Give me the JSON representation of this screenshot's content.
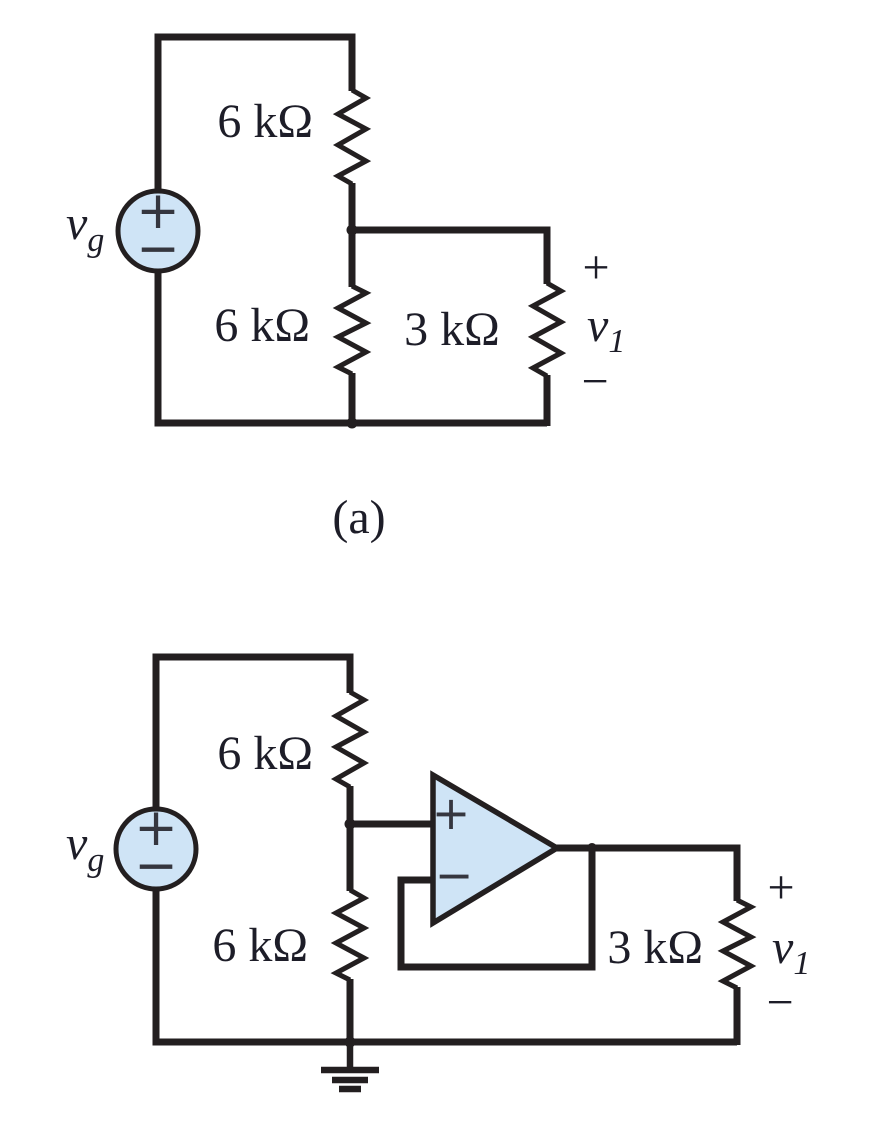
{
  "caption": {
    "a": "(a)"
  },
  "colors": {
    "wire": "#231f20",
    "component_fill": "#cfe4f6",
    "label_text": "#1d1d28"
  },
  "circuit_a": {
    "source": {
      "base": "v",
      "sub": "g",
      "plus": "+",
      "minus": "−"
    },
    "resistors": {
      "top": "6 kΩ",
      "middle": "6 kΩ",
      "load": "3 kΩ"
    },
    "output": {
      "plus": "+",
      "base": "v",
      "sub": "1",
      "minus": "−"
    }
  },
  "circuit_b": {
    "source": {
      "base": "v",
      "sub": "g",
      "plus": "+",
      "minus": "−"
    },
    "opamp": {
      "plus": "+",
      "minus": "−"
    },
    "resistors": {
      "top": "6 kΩ",
      "middle": "6 kΩ",
      "load": "3 kΩ"
    },
    "output": {
      "plus": "+",
      "base": "v",
      "sub": "1",
      "minus": "−"
    }
  }
}
